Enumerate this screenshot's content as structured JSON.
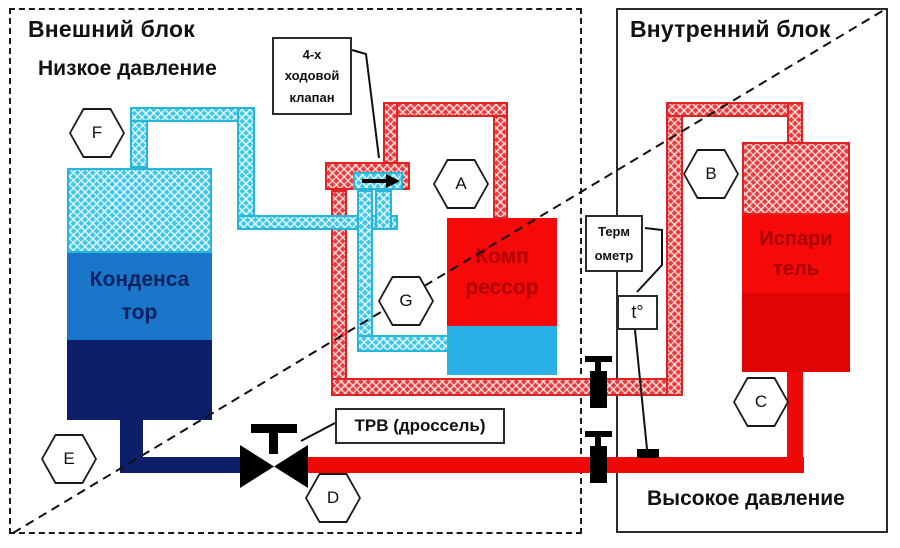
{
  "outdoor_unit": {
    "title": "Внешний блок",
    "pressure_label": "Низкое давление"
  },
  "indoor_unit": {
    "title": "Внутренний блок",
    "pressure_label": "Высокое давление"
  },
  "components": {
    "condenser": {
      "line1": "Конденса",
      "line2": "тор"
    },
    "compressor": {
      "line1": "Комп",
      "line2": "рессор"
    },
    "evaporator": {
      "line1": "Испари",
      "line2": "тель"
    },
    "four_way_valve": {
      "line1": "4-х",
      "line2": "ходовой",
      "line3": "клапан"
    },
    "trv": {
      "label": "ТРВ (дроссель)"
    },
    "thermometer": {
      "line1": "Терм",
      "line2": "ометр",
      "sensor_label": "t°"
    }
  },
  "markers": [
    {
      "letter": "F"
    },
    {
      "letter": "A"
    },
    {
      "letter": "G"
    },
    {
      "letter": "B"
    },
    {
      "letter": "C"
    },
    {
      "letter": "D"
    },
    {
      "letter": "E"
    }
  ],
  "colors": {
    "cold_gas_pipe": "#3ec7e8",
    "hot_gas_pipe": "#ea3c3c",
    "liquid_line_cold": "#0e1f69",
    "liquid_line_hot": "#ee0808",
    "condenser_fill": "#1a76c8",
    "compressor_fill": "#f60909",
    "compressor_suction_fill": "#29b1e8",
    "equipment_text_red": "#b00000",
    "equipment_text_navy": "#0d2160"
  }
}
